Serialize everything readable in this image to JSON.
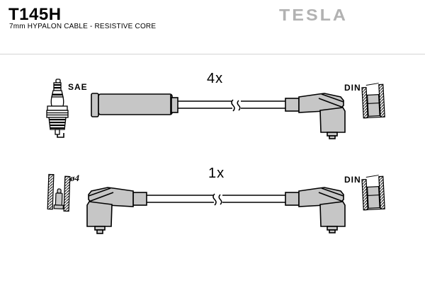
{
  "header": {
    "part_number": "T145H",
    "description": "7mm HYPALON CABLE - RESISTIVE CORE",
    "brand_logo": "TESLA"
  },
  "colors": {
    "boot_gray": "#c6c6c6",
    "logo_gray": "#b2b2b2",
    "outline_black": "#000000",
    "rule_gray": "#d5d5d5"
  },
  "rows": [
    {
      "quantity_label": "4x",
      "left_connector_label": "SAE",
      "left_icon": "spark-plug",
      "left_boot": "straight-boot",
      "right_boot": "angled-90-boot",
      "right_connector_label": "DIN",
      "right_icon": "din-terminal"
    },
    {
      "quantity_label": "1x",
      "left_connector_label": "ø4",
      "left_icon": "socket-terminal-4mm",
      "left_boot": "angled-90-boot",
      "right_boot": "angled-90-boot",
      "right_connector_label": "DIN",
      "right_icon": "din-terminal"
    }
  ]
}
